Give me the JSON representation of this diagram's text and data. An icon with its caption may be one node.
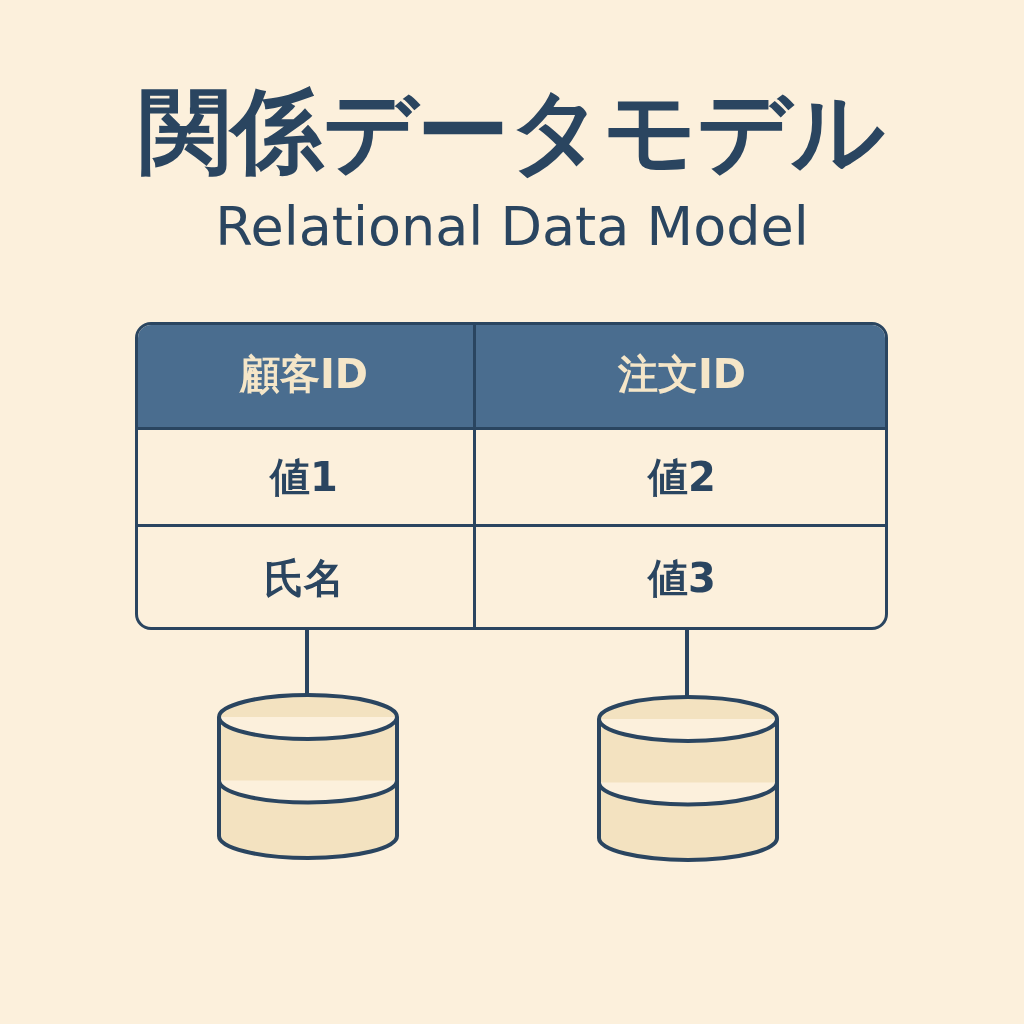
{
  "diagram": {
    "title": "関係データモデル",
    "caption": "Relational Data Model",
    "nodes": [
      {
        "text": [],
        "shape": "box"
      },
      {
        "text": [
          "顧客ID"
        ],
        "in": 0
      },
      {
        "text": [
          "注文ID"
        ],
        "in": 0
      },
      {
        "text": [
          "値1"
        ],
        "in": 0
      },
      {
        "text": [
          "値2"
        ],
        "in": 0
      },
      {
        "text": [
          "氏名"
        ],
        "in": 0
      },
      {
        "text": [
          "値3"
        ],
        "in": 0
      },
      {
        "text": [],
        "shape": "cylinder"
      },
      {
        "text": [],
        "shape": "cylinder"
      }
    ],
    "edges": [
      {
        "from": 0,
        "to": 7,
        "arrow": "none"
      },
      {
        "from": 0,
        "to": 8,
        "arrow": "none"
      }
    ]
  }
}
